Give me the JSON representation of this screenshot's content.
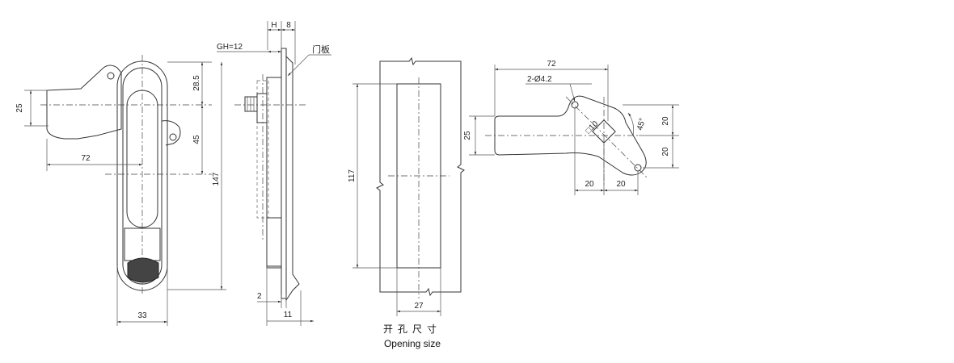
{
  "front_view": {
    "dim_25": "25",
    "dim_28_5": "28.5",
    "dim_45": "45",
    "dim_72": "72",
    "dim_147": "147",
    "dim_33": "33"
  },
  "side_view": {
    "dim_H": "H",
    "dim_8": "8",
    "dim_GH": "GH=12",
    "panel_label": "门板",
    "dim_2": "2",
    "dim_11": "11"
  },
  "opening": {
    "dim_117": "117",
    "dim_27": "27",
    "caption_cn": "开孔尺寸",
    "caption_en": "Opening size"
  },
  "cam_view": {
    "dim_72": "72",
    "dim_holes": "2-Ø4.2",
    "dim_square": "□10",
    "dim_angle": "45°",
    "dim_25": "25",
    "dim_20_top": "20",
    "dim_20_bottom": "20",
    "dim_20_left": "20",
    "dim_20_right": "20"
  }
}
